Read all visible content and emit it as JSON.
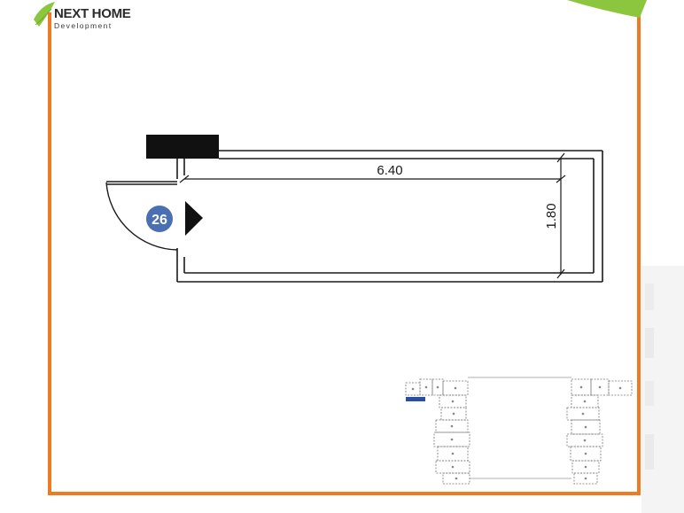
{
  "brand": {
    "name": "NEXT HOME",
    "tagline": "Development",
    "accent_color": "#ee7a22",
    "leaf_color": "#8cc63f"
  },
  "plan": {
    "unit_number": "26",
    "length_label": "6.40",
    "width_label": "1.80",
    "badge_color": "#4a6fb3",
    "entrance_icon": "triangle-right-icon",
    "door_icon": "door-swing-icon"
  },
  "key_plan": {
    "highlight_color": "#2a4fa0"
  }
}
